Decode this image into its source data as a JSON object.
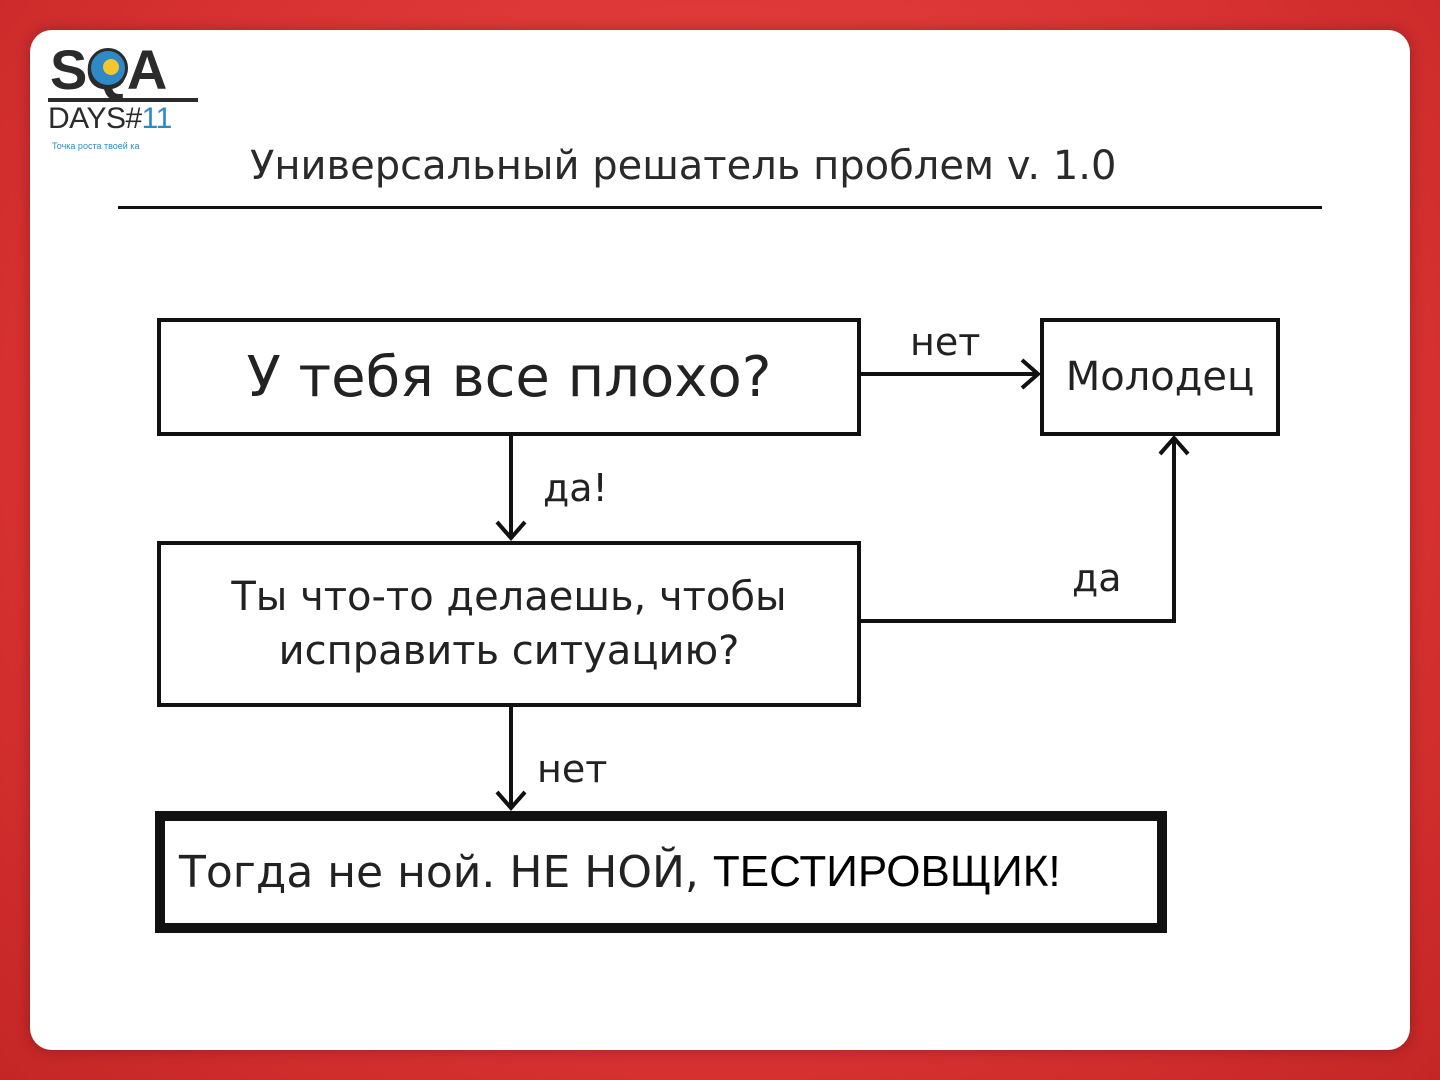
{
  "logo": {
    "brand": "SQA",
    "days": "DAYS#",
    "number": "11",
    "tagline": "Точка роста твоей ка"
  },
  "slide": {
    "title": "Универсальный решатель проблем v. 1.0"
  },
  "flowchart": {
    "q1": "У тебя все плохо?",
    "ok": "Молодец",
    "q2_line1": "Ты что-то делаешь, чтобы",
    "q2_line2": "исправить ситуацию?",
    "final_part1": "Тогда не ной. НЕ НОЙ,",
    "final_part2": "ТЕСТИРОВЩИК!",
    "edge_q1_ok": "нет",
    "edge_q1_q2": "да!",
    "edge_q2_ok": "да",
    "edge_q2_final": "нет"
  },
  "colors": {
    "frame": "#d93434",
    "logo_accent": "#2f89c6",
    "logo_sun": "#f2c62d"
  }
}
